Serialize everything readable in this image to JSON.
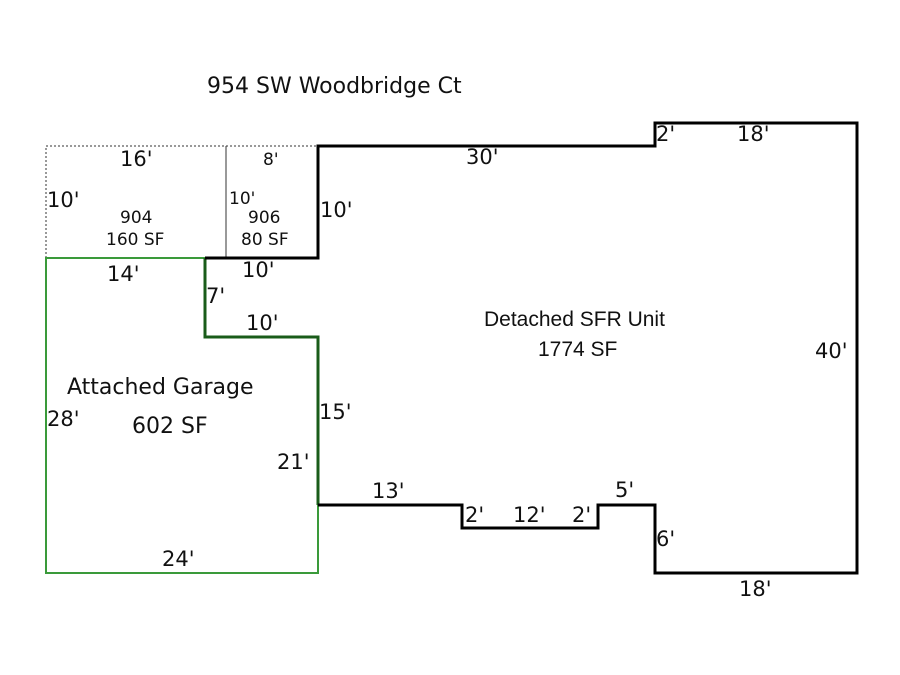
{
  "title": "954 SW Woodbridge Ct",
  "colors": {
    "sfr_outline": "#000000",
    "garage_outline": "#3a9a3a",
    "shared_wall": "#1a5c1a",
    "addition_outline": "#333333"
  },
  "areas": {
    "sfr": {
      "name": "Detached SFR Unit",
      "area": "1774 SF"
    },
    "garage": {
      "name": "Attached Garage",
      "area": "602 SF"
    },
    "unit_904": {
      "name": "904",
      "area": "160 SF"
    },
    "unit_906": {
      "name": "906",
      "area": "80 SF"
    }
  },
  "dimensions": {
    "sfr_top": "30'",
    "sfr_step_up": "2'",
    "sfr_top_right": "18'",
    "sfr_right": "40'",
    "sfr_bottom_right": "18'",
    "sfr_step_6": "6'",
    "sfr_5": "5'",
    "sfr_notch_right": "2'",
    "sfr_notch_bottom": "12'",
    "sfr_notch_left": "2'",
    "sfr_13": "13'",
    "sfr_15": "15'",
    "sfr_10_lower": "10'",
    "sfr_7": "7'",
    "sfr_10_upper": "10'",
    "sfr_10_left": "10'",
    "u904_top": "16'",
    "u904_left": "10'",
    "u906_top": "8'",
    "u906_left": "10'",
    "garage_top": "14'",
    "garage_left": "28'",
    "garage_right": "21'",
    "garage_bottom": "24'"
  }
}
